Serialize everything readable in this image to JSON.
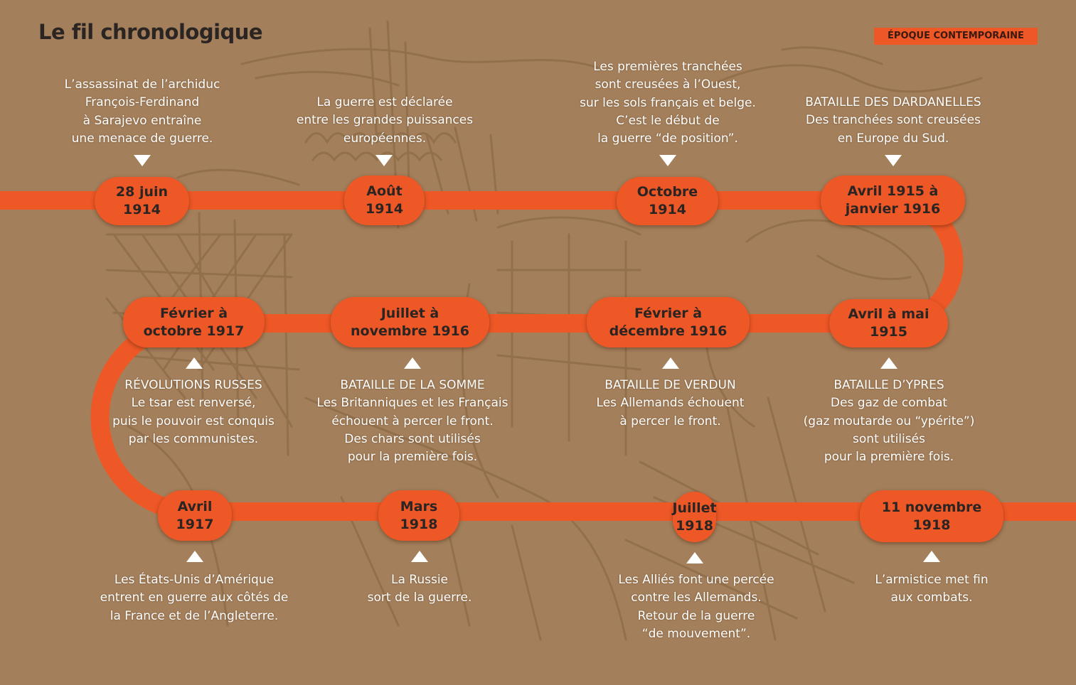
{
  "header": {
    "title": "Le fil chronologique",
    "badge": "ÉPOQUE CONTEMPORAINE"
  },
  "colors": {
    "background": "#a47f5b",
    "timeline": "#ee5726",
    "sketch": "#8a6a45",
    "text_light": "#ffffff",
    "text_dark": "#2a2523"
  },
  "events": [
    {
      "date": "28 juin\n1914",
      "desc": "L’assassinat de l’archiduc\nFrançois-Ferdinand\nà Sarajevo entraîne\nune menace de guerre."
    },
    {
      "date": "Août\n1914",
      "desc": "La guerre est déclarée\nentre les grandes puissances\neuropéennes."
    },
    {
      "date": "Octobre\n1914",
      "desc": "Les premières tranchées\nsont creusées à l’Ouest,\nsur les sols français et belge.\nC’est le début de\nla guerre “de position”."
    },
    {
      "date": "Avril 1915 à\njanvier 1916",
      "desc": "BATAILLE DES DARDANELLES\nDes tranchées sont creusées\nen Europe du Sud."
    },
    {
      "date": "Avril à mai\n1915",
      "desc": "BATAILLE D’YPRES\nDes gaz de combat\n(gaz moutarde ou “ypérite”)\nsont utilisés\npour la première fois."
    },
    {
      "date": "Février à\ndécembre 1916",
      "desc": "BATAILLE DE VERDUN\nLes Allemands échouent\nà percer le front."
    },
    {
      "date": "Juillet à\nnovembre 1916",
      "desc": "BATAILLE DE LA SOMME\nLes Britanniques et les Français\néchouent à percer le front.\nDes chars sont utilisés\npour la première fois."
    },
    {
      "date": "Février à\noctobre 1917",
      "desc": "RÉVOLUTIONS RUSSES\nLe tsar est renversé,\npuis le pouvoir est conquis\npar les communistes."
    },
    {
      "date": "Avril\n1917",
      "desc": "Les États-Unis d’Amérique\nentrent en guerre aux côtés de\nla France et de l’Angleterre."
    },
    {
      "date": "Mars\n1918",
      "desc": "La Russie\nsort de la guerre."
    },
    {
      "date": "Juillet\n1918",
      "desc": "Les Alliés font une percée\ncontre les Allemands.\nRetour de la guerre\n“de mouvement”."
    },
    {
      "date": "11 novembre\n1918",
      "desc": "L’armistice met fin\naux combats."
    }
  ]
}
